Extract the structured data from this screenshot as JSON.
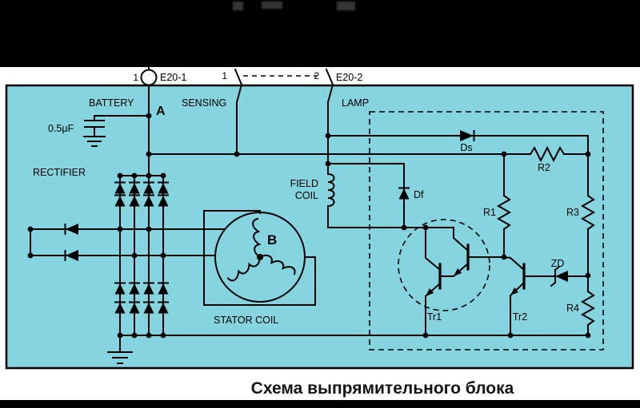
{
  "caption": {
    "text": "Схема выпрямительного блока"
  },
  "colors": {
    "board": "#86d4df",
    "ink": "#000000",
    "paper": "#ffffff",
    "letterbox": "#000000"
  },
  "connectors": {
    "e20_1": {
      "pin": "1",
      "label": "E20-1"
    },
    "e20_2": {
      "pin1": "1",
      "pin2": "2",
      "label": "E20-2"
    }
  },
  "labels": {
    "battery": "BATTERY",
    "sensing": "SENSING",
    "lamp": "LAMP",
    "node_a": "A",
    "node_b": "B",
    "capacitor": "0.5μF",
    "rectifier": "RECTIFIER",
    "field_line1": "FIELD",
    "field_line2": "COIL",
    "stator": "STATOR COIL",
    "ds": "Ds",
    "df": "Df",
    "r1": "R1",
    "r2": "R2",
    "r3": "R3",
    "r4": "R4",
    "zd": "ZD",
    "tr1": "Tr1",
    "tr2": "Tr2"
  }
}
